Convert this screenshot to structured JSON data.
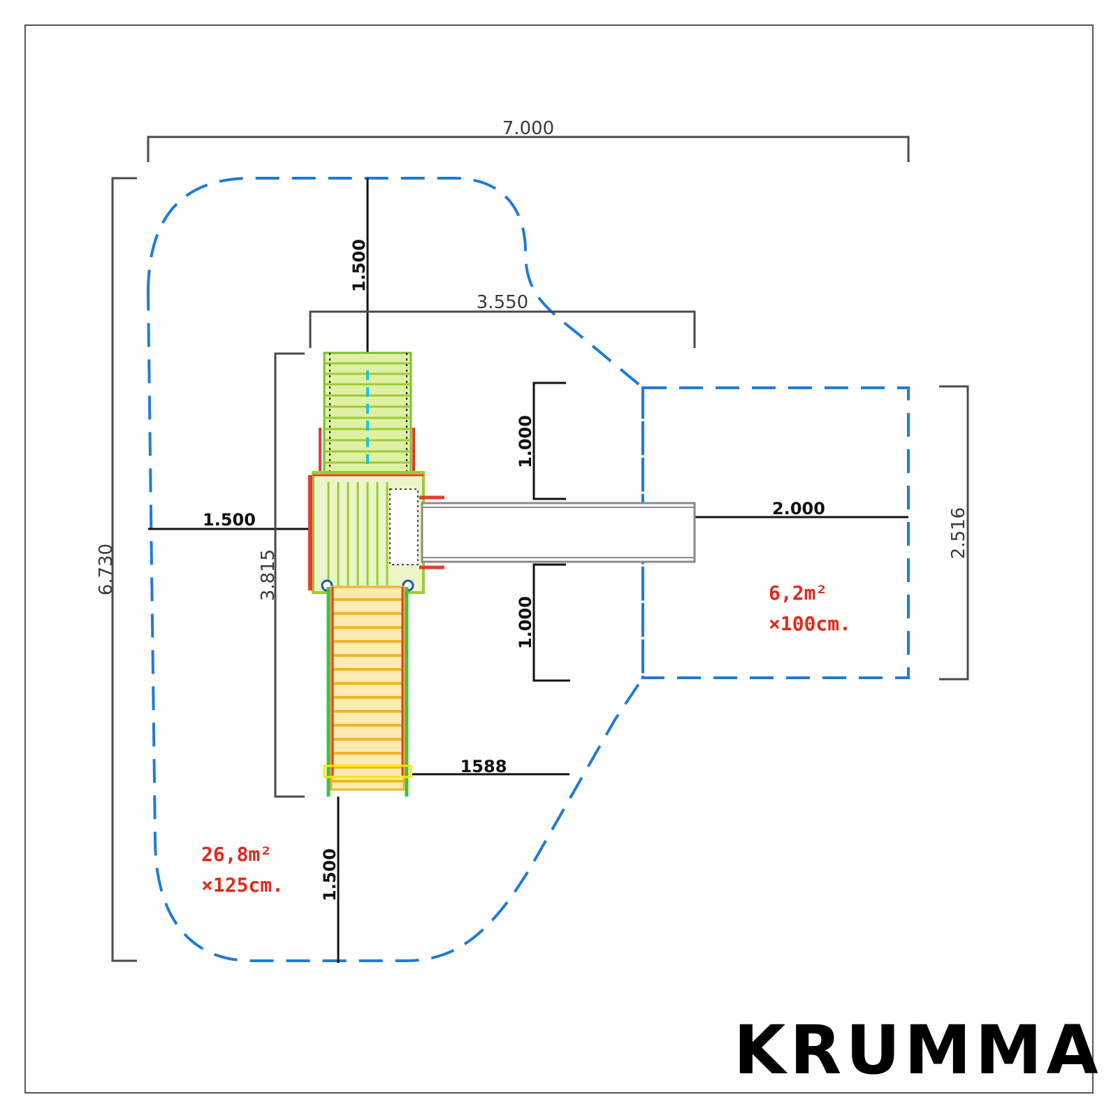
{
  "dimensions": {
    "overall_width": "7.000",
    "overall_height": "6.730",
    "top_clearance": "1.500",
    "tower_width": "3.550",
    "left_clearance": "1.500",
    "structure_height": "3.815",
    "slide_upper": "1.000",
    "slide_lower": "1.000",
    "slide_runout": "2.000",
    "slide_zone_height": "2.516",
    "stair_offset": "1588",
    "bottom_clearance": "1.500"
  },
  "areas": {
    "main_area": "26,8m²",
    "main_depth": "×125cm.",
    "slide_area": "6,2m²",
    "slide_depth": "×100cm."
  },
  "brand": "KRUMMA",
  "colors": {
    "safety_zone": "#1f7bd6",
    "area_label": "#e02a1c",
    "dimension": "#4a4a4a",
    "deck_green": "#9acd32",
    "stair_orange": "#f0b429",
    "frame_red": "#e53b2c"
  }
}
